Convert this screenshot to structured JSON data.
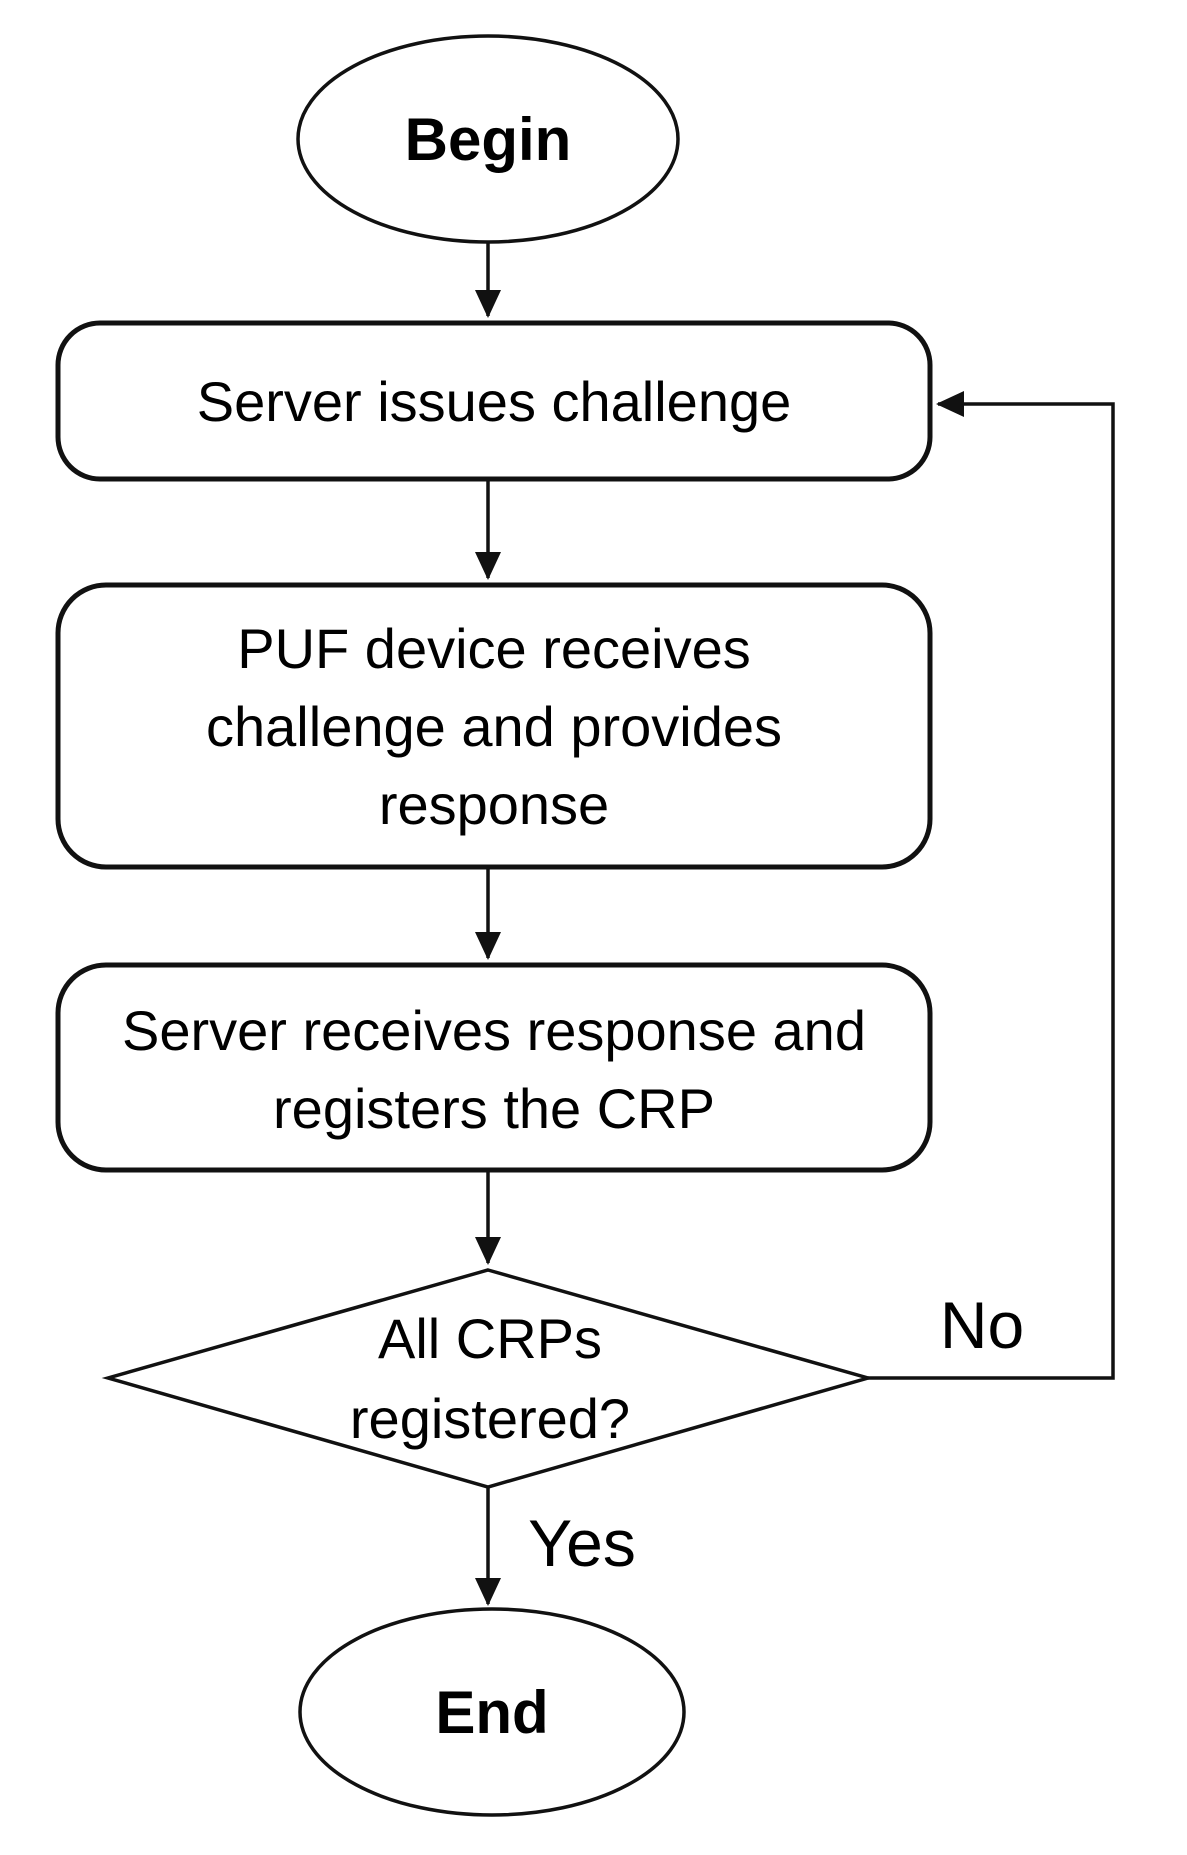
{
  "colors": {
    "background": "#ffffff",
    "stroke": "#111111",
    "text": "#000000"
  },
  "nodes": {
    "begin": {
      "type": "terminal",
      "label": "Begin"
    },
    "server_issues_challenge": {
      "type": "process",
      "label": "Server issues challenge"
    },
    "puf_device_receives": {
      "type": "process",
      "line1": "PUF device receives",
      "line2": "challenge and provides",
      "line3": "response"
    },
    "server_receives_response": {
      "type": "process",
      "line1": "Server receives response and",
      "line2": "registers the CRP"
    },
    "all_crps_registered": {
      "type": "decision",
      "line1": "All CRPs",
      "line2": "registered?"
    },
    "end": {
      "type": "terminal",
      "label": "End"
    }
  },
  "edges": {
    "no_label": "No",
    "yes_label": "Yes"
  }
}
